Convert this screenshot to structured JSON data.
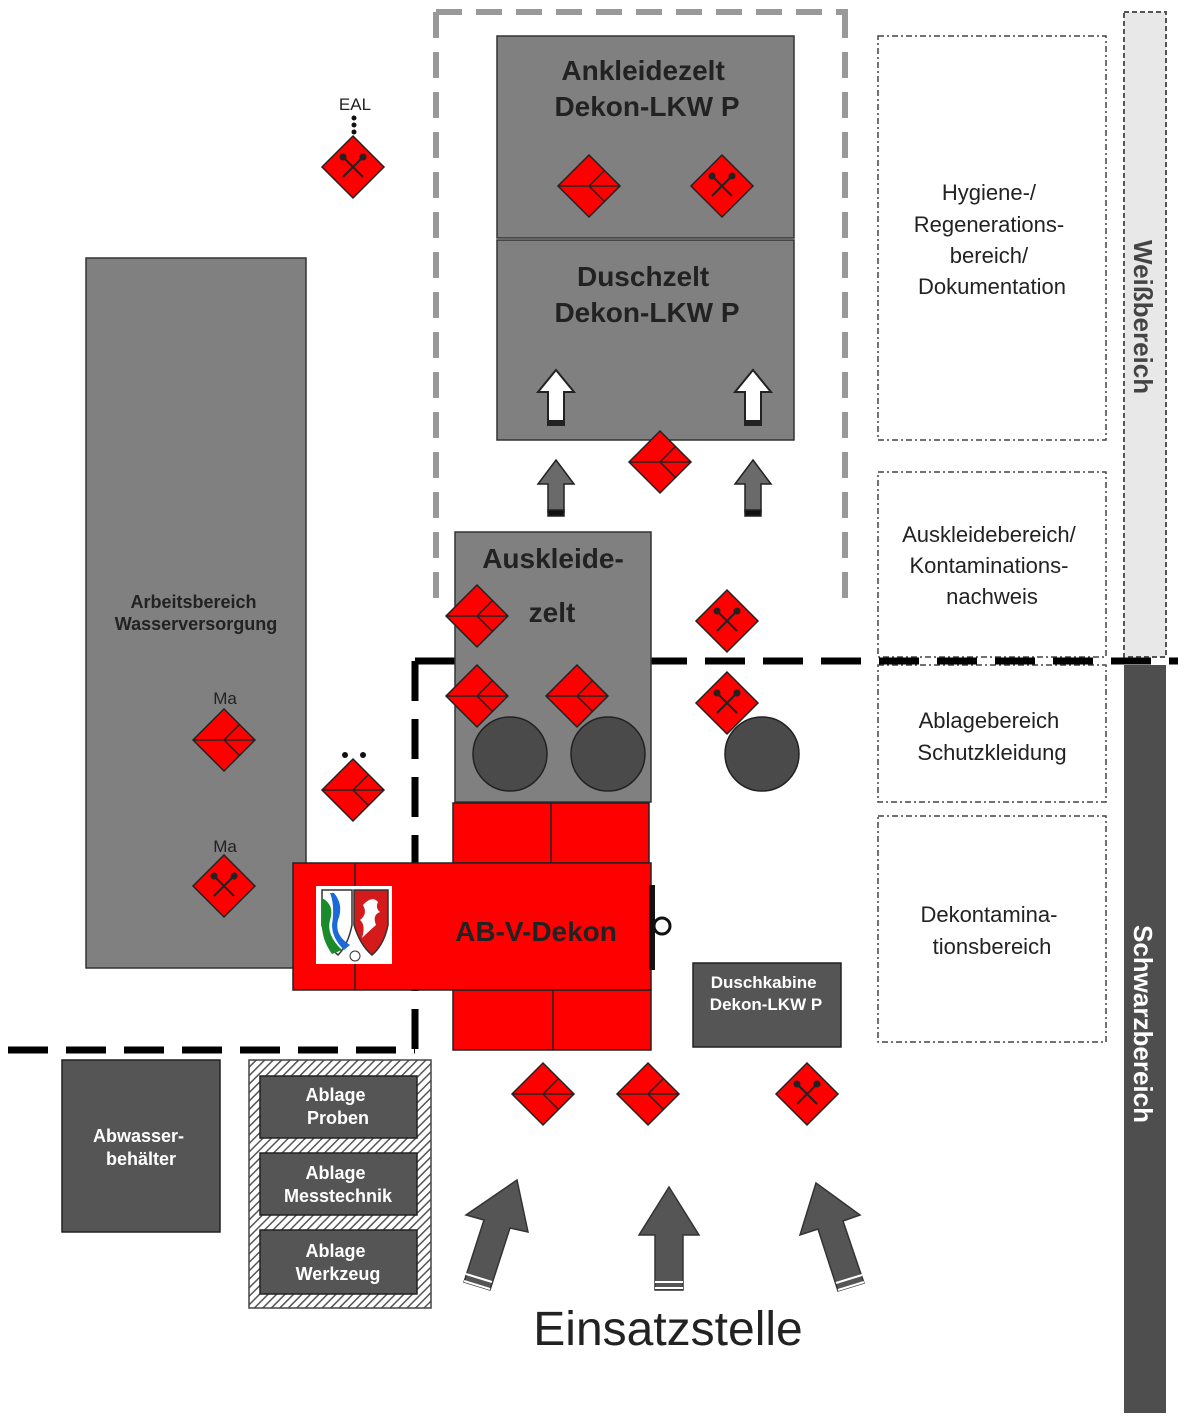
{
  "title": "Einsatzstelle",
  "zones": {
    "white": "Weißbereich",
    "black": "Schwarzbereich"
  },
  "areas": {
    "hygiene": [
      "Hygiene-/",
      "Regenerations-",
      "bereich/",
      "Dokumentation"
    ],
    "undressing": [
      "Auskleidebereich/",
      "Kontaminations-",
      "nachweis"
    ],
    "storage": [
      "Ablagebereich",
      "Schutzkleidung"
    ],
    "decon": [
      "Dekontamina-",
      "tionsbereich"
    ]
  },
  "tents": {
    "dressing": [
      "Ankleidezelt",
      "Dekon-LKW P"
    ],
    "shower": [
      "Duschzelt",
      "Dekon-LKW P"
    ],
    "undress": [
      "Auskleide-",
      "zelt"
    ]
  },
  "water_area": [
    "Arbeitsbereich",
    "Wasserversorgung"
  ],
  "vehicle_label": "AB-V-Dekon",
  "shower_cabin": [
    "Duschkabine",
    "Dekon-LKW P"
  ],
  "waste_water": [
    "Abwasser-",
    "behälter"
  ],
  "shelves": {
    "samples": [
      "Ablage",
      "Proben"
    ],
    "measurement": [
      "Ablage",
      "Messtechnik"
    ],
    "tools": [
      "Ablage",
      "Werkzeug"
    ]
  },
  "labels": {
    "eal": "EAL",
    "ma_1": "Ma",
    "ma_2": "Ma"
  },
  "colors": {
    "red": "#ff0000",
    "dark_gray": "#555555",
    "medium_gray": "#808080",
    "light_gray": "#e8e8e8",
    "circle_gray": "#4a4a4a"
  }
}
